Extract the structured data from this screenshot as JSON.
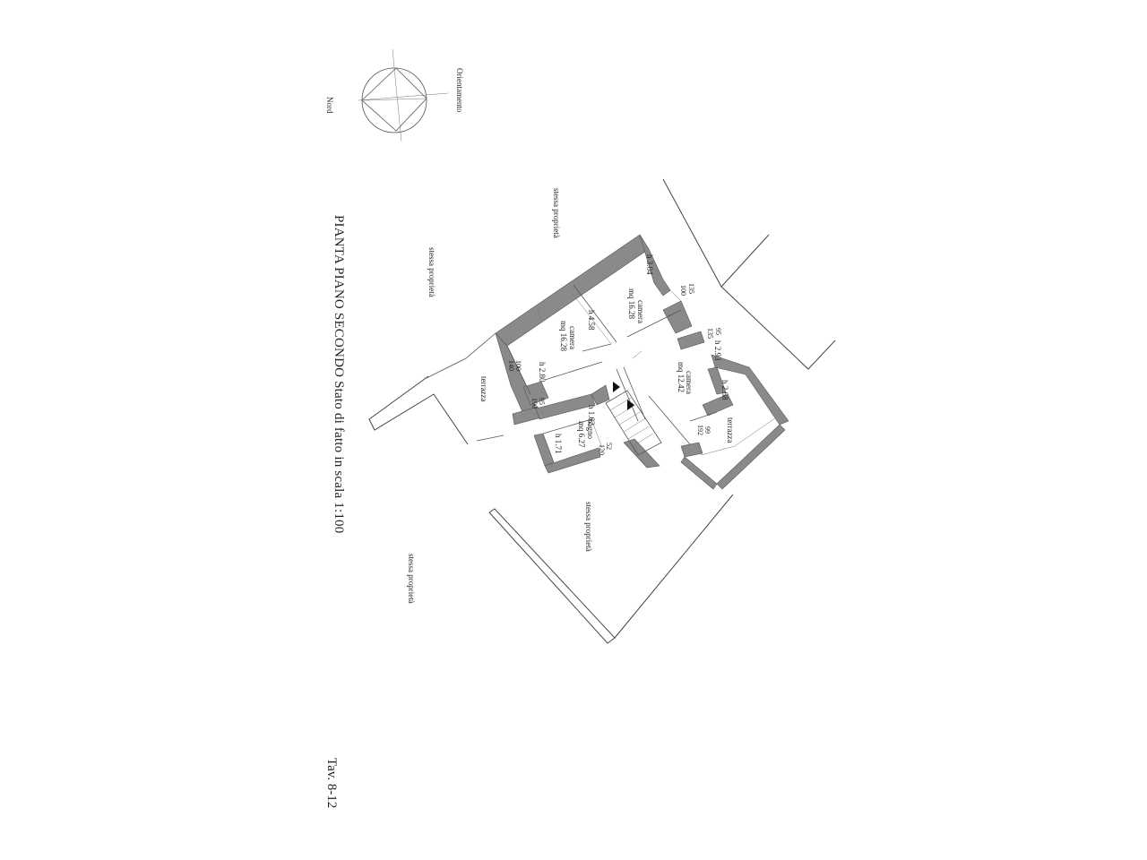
{
  "compass": {
    "orientation_label": "Orientamento",
    "north_label": "Nord",
    "icon": "compass-rose-icon"
  },
  "title": {
    "main": "PIANTA PIANO SECONDO  Stato di fatto in scala 1:100"
  },
  "sheet": {
    "number": "Tav. 8-12"
  },
  "property_labels": [
    "stessa proprietà",
    "stessa proprietà",
    "stessa proprietà",
    "stessa proprietà"
  ],
  "rooms": {
    "camera1": {
      "name": "camera",
      "area": "mq 16.28",
      "height": "h 3.04"
    },
    "camera2": {
      "name": "camera",
      "area": "mq 16.28",
      "height": "h 4.58"
    },
    "camera3": {
      "name": "camera",
      "area": "mq 12.42",
      "height": "h 2.93"
    },
    "terrazza1": {
      "name": "terrazza",
      "height": "h 2.80"
    },
    "terrazza2": {
      "name": "terrazza",
      "height": "h 2.68"
    },
    "bagno": {
      "name": "bagno",
      "area": "mq 6.27",
      "height": "h 1.71"
    },
    "stair": {
      "height": "h 1.62"
    }
  },
  "dimensions": {
    "d1a": "100",
    "d1b": "135",
    "d2a": "95",
    "d2b": "135",
    "d3a": "100",
    "d3b": "140",
    "d4a": "95",
    "d4b": "190",
    "d5a": "99",
    "d5b": "192",
    "d6a": "52",
    "d6b": "120"
  },
  "stair_arrow_icon": "stair-arrow-icon"
}
